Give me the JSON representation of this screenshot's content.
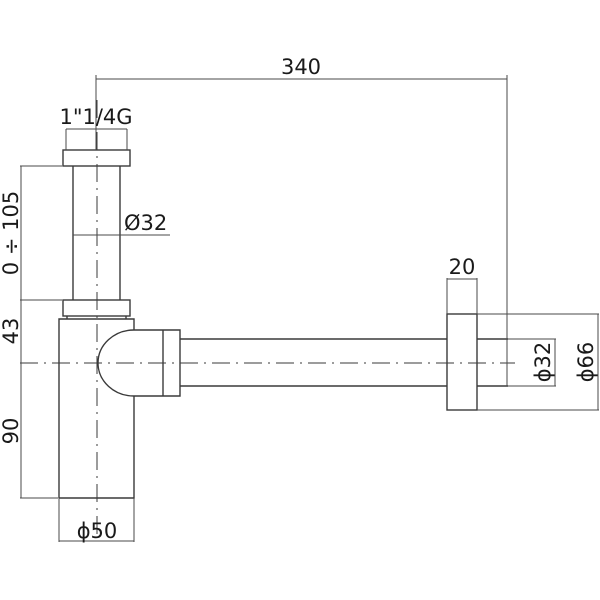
{
  "drawing": {
    "type": "technical-drawing",
    "subject": "bottle trap (siphon) with wall outlet pipe",
    "line_color": "#3a3a3a",
    "background": "#ffffff"
  },
  "dimensions": {
    "overall_length": "340",
    "thread_size": "1\"1/4G",
    "tailpiece_diameter": "Ø32",
    "adjustable_height": "0 ÷ 105",
    "nut_to_outlet_height": "43",
    "body_height": "90",
    "body_diameter": "ϕ50",
    "flange_thickness": "20",
    "outlet_pipe_diameter": "ϕ32",
    "flange_diameter": "ϕ66"
  }
}
